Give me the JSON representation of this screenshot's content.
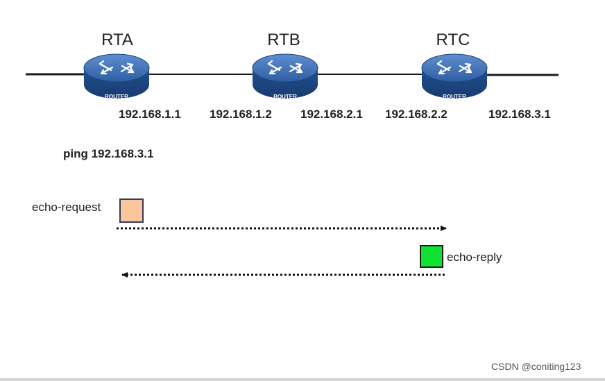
{
  "routers": [
    {
      "name": "RTA",
      "badge": "ROUTER"
    },
    {
      "name": "RTB",
      "badge": "ROUTER"
    },
    {
      "name": "RTC",
      "badge": "ROUTER"
    }
  ],
  "interfaces": {
    "rta_right": "192.168.1.1",
    "rtb_left": "192.168.1.2",
    "rtb_right": "192.168.2.1",
    "rtc_left": "192.168.2.2",
    "rtc_right": "192.168.3.1"
  },
  "command": "ping 192.168.3.1",
  "packets": {
    "request_label": "echo-request",
    "reply_label": "echo-reply",
    "request_color": "#f9c79b",
    "reply_color": "#12e032"
  },
  "colors": {
    "router_top": "#3c6cb0",
    "router_side": "#1f4a8c",
    "link": "#1a1a1a"
  },
  "watermark": "CSDN @coniting123"
}
